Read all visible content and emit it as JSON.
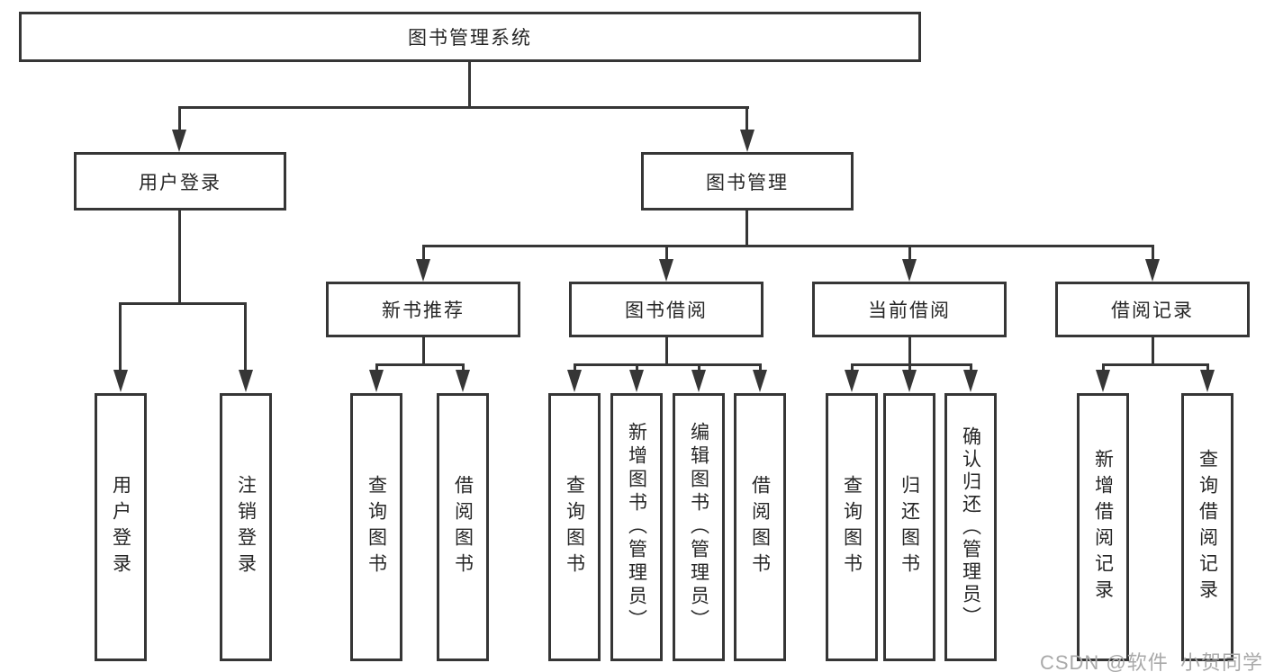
{
  "tree": {
    "root": {
      "label": "图书管理系统"
    },
    "level2": [
      {
        "id": "user-login",
        "label": "用户登录"
      },
      {
        "id": "book-management",
        "label": "图书管理"
      }
    ],
    "level3": [
      {
        "id": "new-book-recommend",
        "label": "新书推荐"
      },
      {
        "id": "book-borrowing",
        "label": "图书借阅"
      },
      {
        "id": "current-borrowing",
        "label": "当前借阅"
      },
      {
        "id": "borrowing-records",
        "label": "借阅记录"
      }
    ],
    "leaves": [
      {
        "group": "user-login",
        "label": "用户登录"
      },
      {
        "group": "user-login",
        "label": "注销登录"
      },
      {
        "group": "new-book-recommend",
        "label": "查询图书"
      },
      {
        "group": "new-book-recommend",
        "label": "借阅图书"
      },
      {
        "group": "book-borrowing",
        "label": "查询图书"
      },
      {
        "group": "book-borrowing",
        "label": "新增图书（管理员）"
      },
      {
        "group": "book-borrowing",
        "label": "编辑图书（管理员）"
      },
      {
        "group": "book-borrowing",
        "label": "借阅图书"
      },
      {
        "group": "current-borrowing",
        "label": "查询图书"
      },
      {
        "group": "current-borrowing",
        "label": "归还图书"
      },
      {
        "group": "current-borrowing",
        "label": "确认归还（管理员）"
      },
      {
        "group": "borrowing-records",
        "label": "新增借阅记录"
      },
      {
        "group": "borrowing-records",
        "label": "查询借阅记录"
      }
    ]
  },
  "watermark": {
    "text": "CSDN @软件_小贺同学"
  },
  "colors": {
    "line": "#363636",
    "text": "#262626",
    "watermark": "#a9a9a9",
    "background": "#ffffff"
  }
}
